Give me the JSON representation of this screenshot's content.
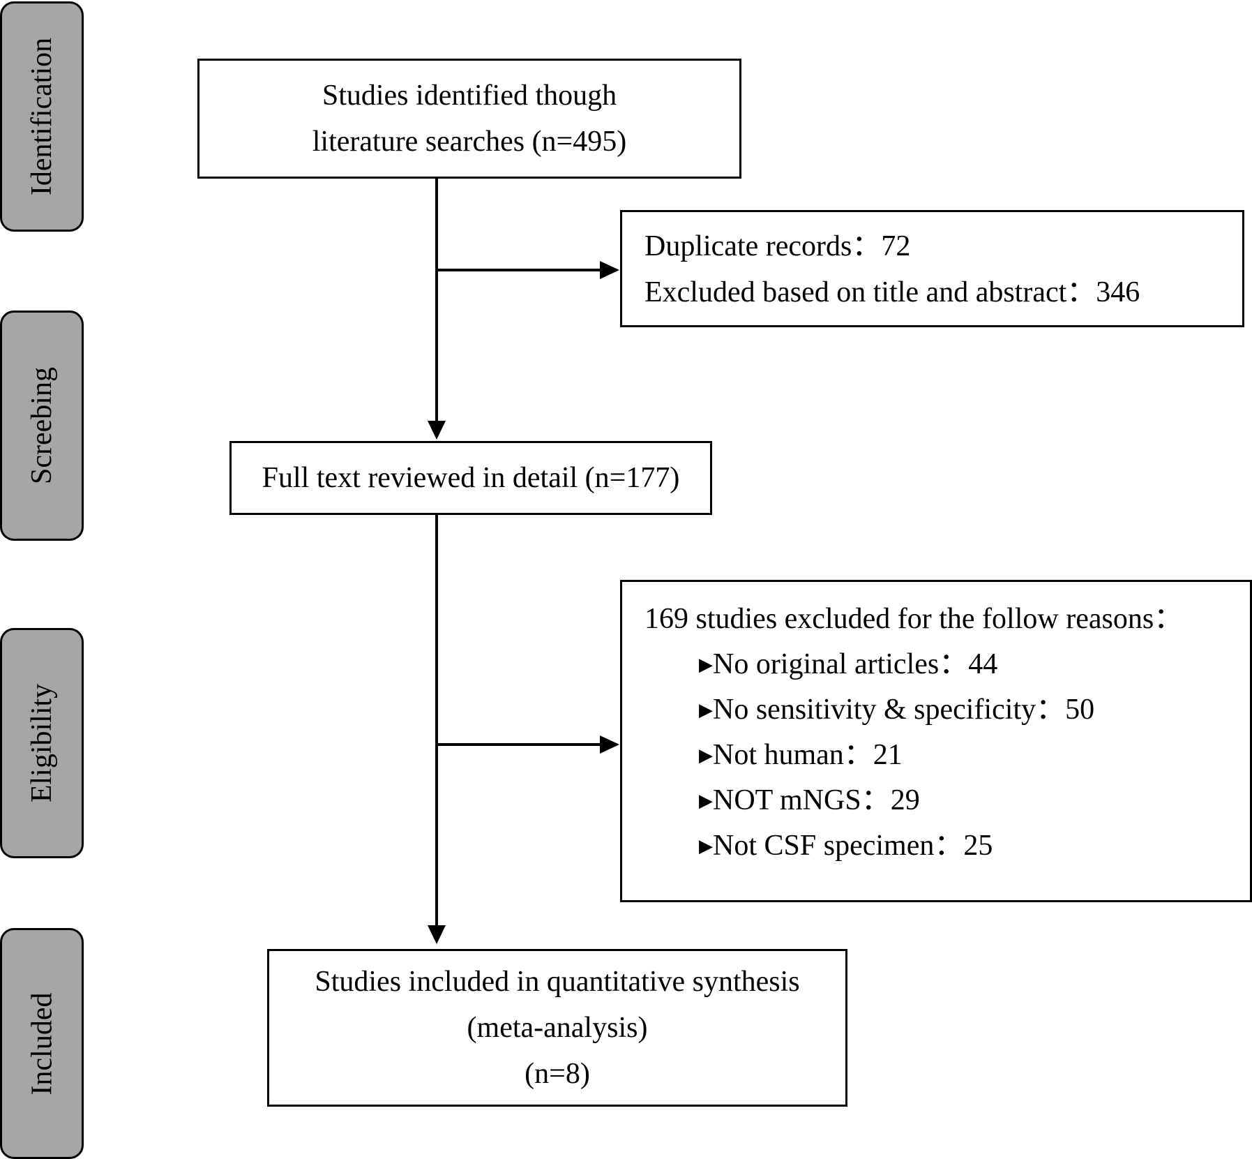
{
  "stages": [
    {
      "label": "Identification"
    },
    {
      "label": "Screebing"
    },
    {
      "label": "Eligibility"
    },
    {
      "label": "Included"
    }
  ],
  "identification_box": {
    "line1": "Studies identified though",
    "line2": "literature searches (n=495)"
  },
  "exclusion_box_1": {
    "line1": "Duplicate records：72",
    "line2": "Excluded based on title and abstract：346"
  },
  "fulltext_box": {
    "text": "Full text reviewed in detail (n=177)"
  },
  "exclusion_box_2": {
    "header": "169 studies excluded for the follow reasons：",
    "reasons": [
      "No original articles：44",
      "No sensitivity & specificity：50",
      "Not human：21",
      "NOT mNGS：29",
      "Not CSF specimen：25"
    ]
  },
  "included_box": {
    "line1": "Studies included in quantitative synthesis",
    "line2": "(meta-analysis)",
    "line3": "(n=8)"
  }
}
